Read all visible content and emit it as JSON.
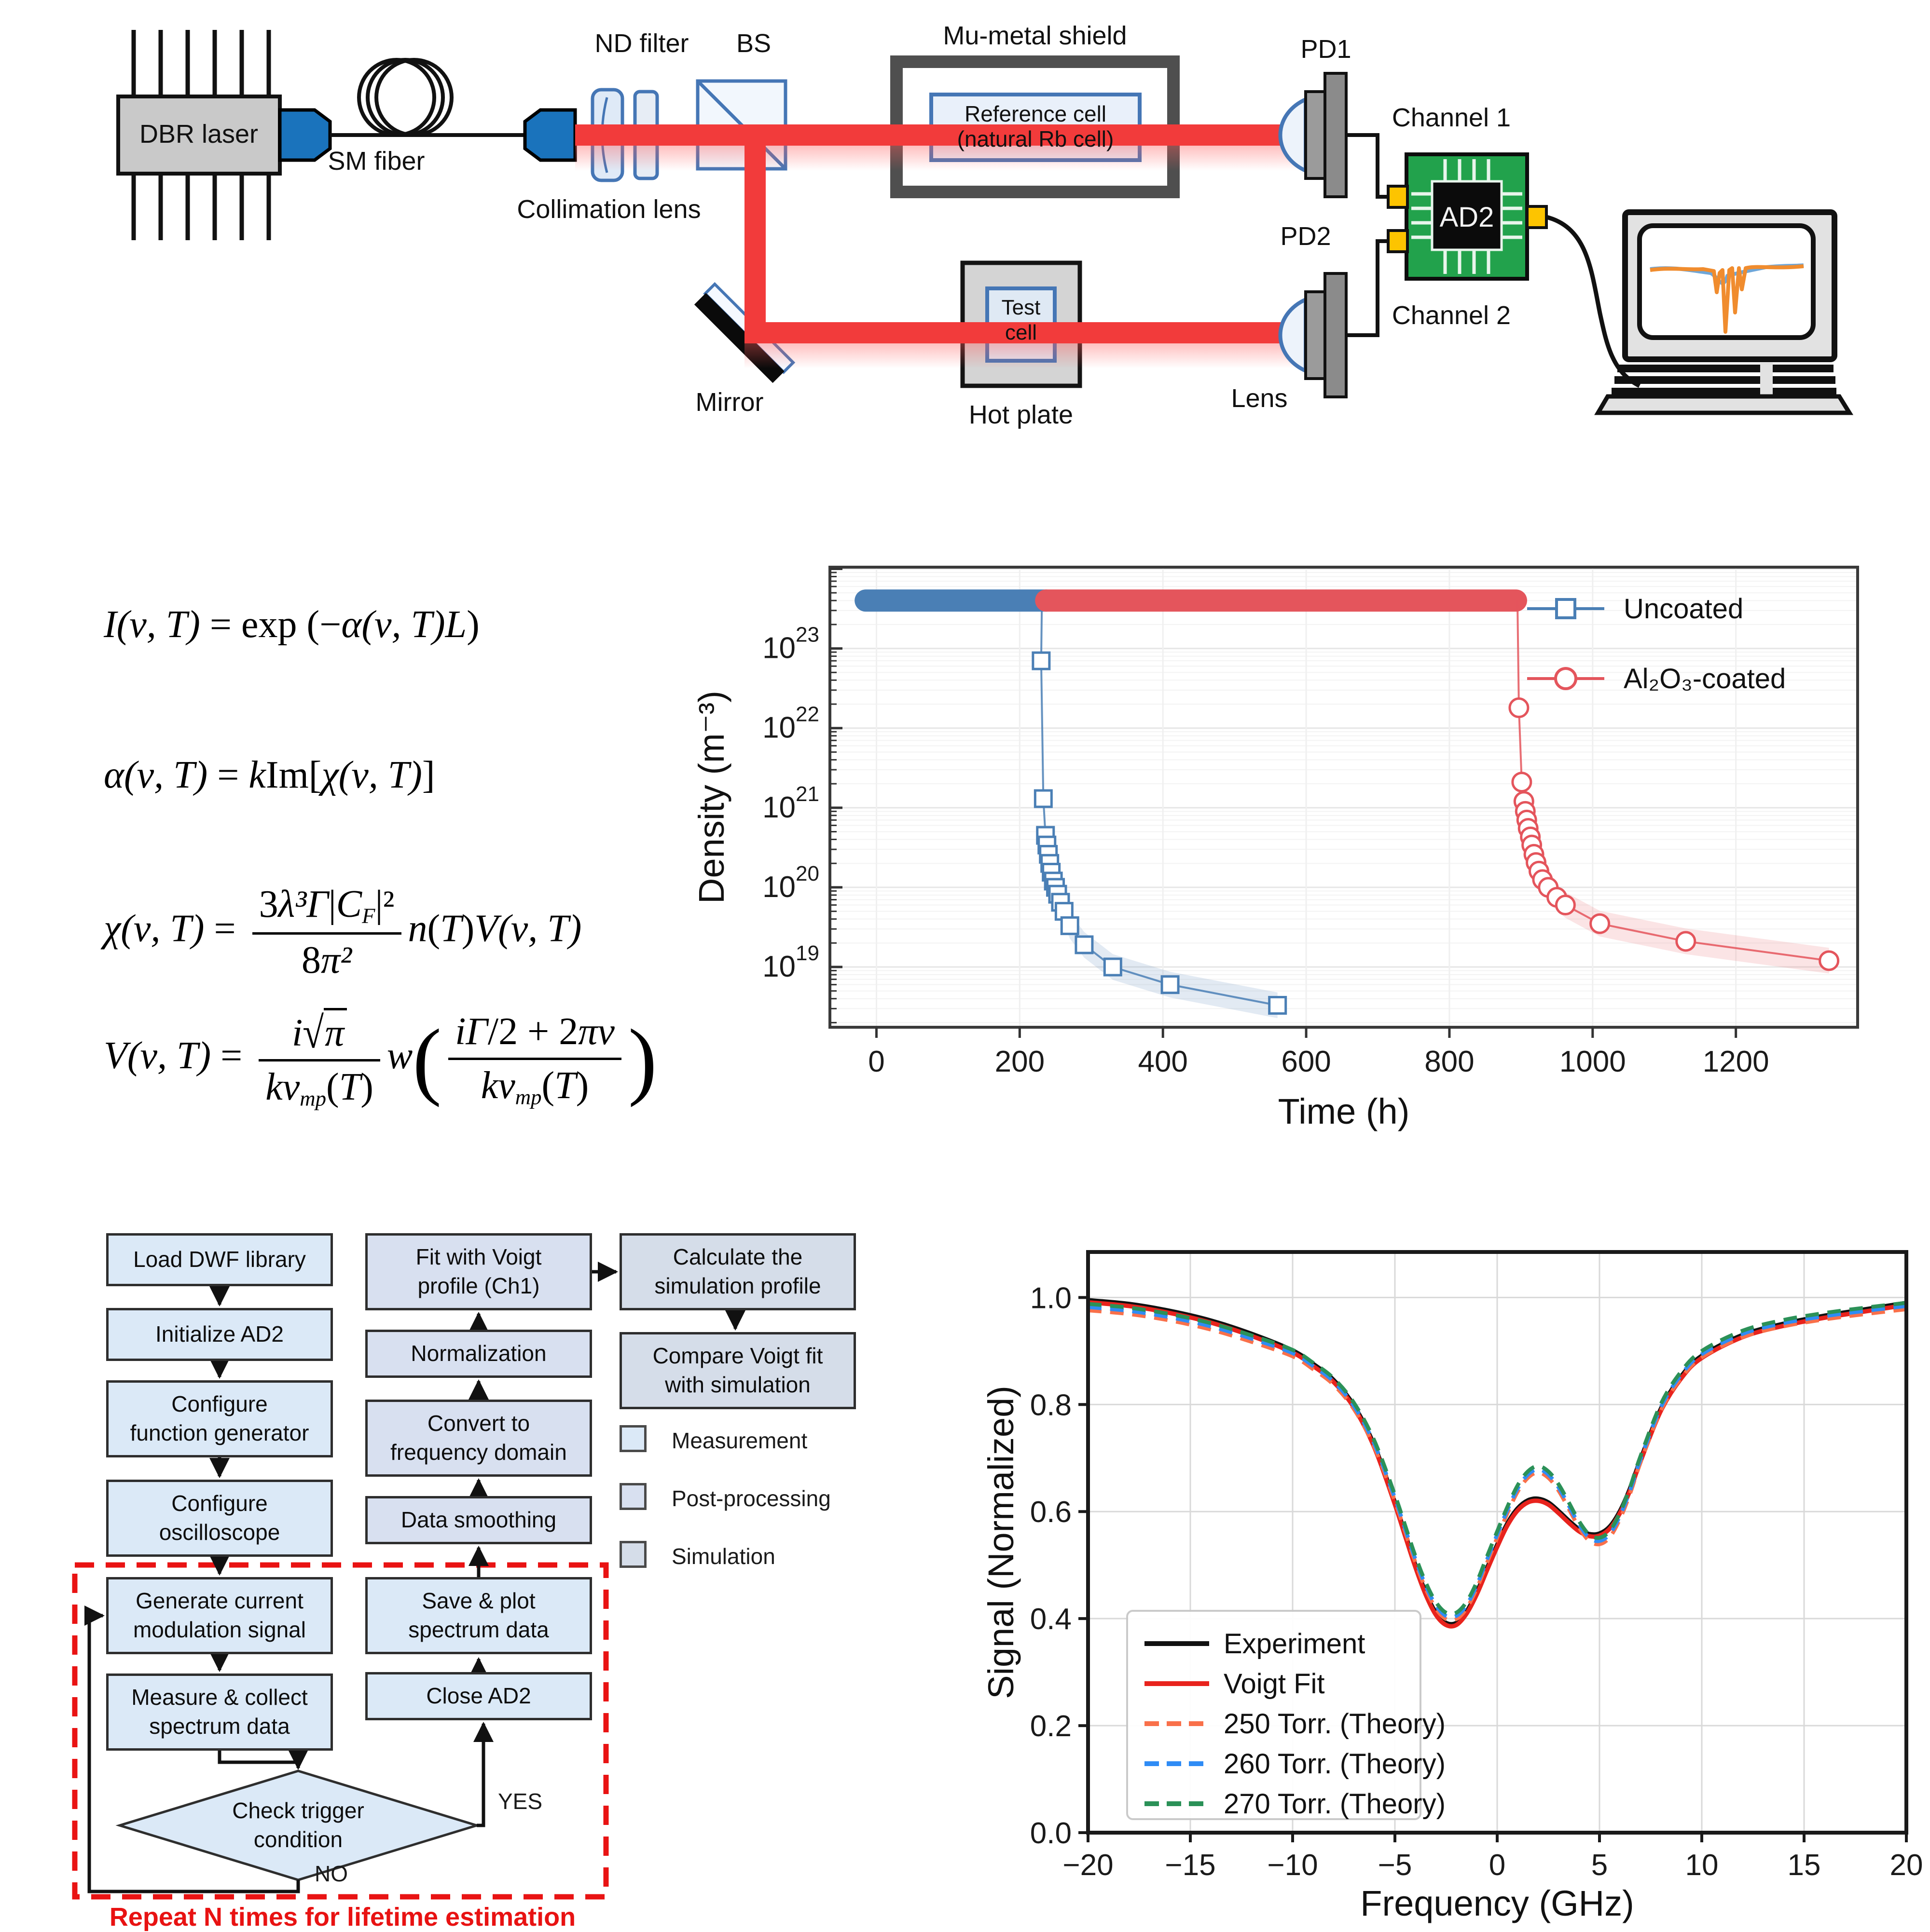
{
  "optical": {
    "dbr_laser": "DBR laser",
    "sm_fiber": "SM fiber",
    "collimation_lens": "Collimation lens",
    "nd_filter": "ND filter",
    "bs": "BS",
    "mu_metal_shield": "Mu-metal shield",
    "reference_cell_line1": "Reference cell",
    "reference_cell_line2": "(natural Rb cell)",
    "mirror": "Mirror",
    "test_cell_line1": "Test",
    "test_cell_line2": "cell",
    "hot_plate": "Hot plate",
    "pd1": "PD1",
    "pd2": "PD2",
    "channel1": "Channel 1",
    "channel2": "Channel 2",
    "lens": "Lens",
    "ad2": "AD2"
  },
  "equations": {
    "eq1": {
      "parts": [
        {
          "v": "I",
          "i": 1
        },
        {
          "v": "(ν, T)",
          "i": 1
        },
        {
          "v": " = exp (−"
        },
        {
          "v": "α",
          "i": 1
        },
        {
          "v": "(ν, T)",
          "i": 1
        },
        {
          "v": "L",
          "i": 1
        },
        {
          "v": ")"
        }
      ]
    },
    "eq2": {
      "parts": [
        {
          "v": "α",
          "i": 1
        },
        {
          "v": "(ν, T)",
          "i": 1
        },
        {
          "v": " = "
        },
        {
          "v": "k",
          "i": 1
        },
        {
          "v": "Im["
        },
        {
          "v": "χ",
          "i": 1
        },
        {
          "v": "(ν, T)",
          "i": 1
        },
        {
          "v": "]"
        }
      ]
    },
    "eq3": {
      "parts": [
        {
          "v": "χ",
          "i": 1
        },
        {
          "v": "(ν, T)",
          "i": 1
        },
        {
          "v": " = "
        },
        {
          "f": {
            "n": [
              {
                "v": "3"
              },
              {
                "v": "λ³Γ",
                "i": 1
              },
              {
                "v": "|"
              },
              {
                "v": "C",
                "i": 1
              },
              {
                "v": "F",
                "i": 1,
                "s": 1
              },
              {
                "v": "|²"
              }
            ],
            "d": [
              {
                "v": "8"
              },
              {
                "v": "π²",
                "i": 1
              }
            ]
          }
        },
        {
          "v": "n",
          "i": 1
        },
        {
          "v": "("
        },
        {
          "v": "T",
          "i": 1
        },
        {
          "v": ")"
        },
        {
          "v": "V",
          "i": 1
        },
        {
          "v": "(ν, T)",
          "i": 1
        }
      ]
    },
    "eq4": {
      "parts": [
        {
          "v": "V",
          "i": 1
        },
        {
          "v": "(ν, T)",
          "i": 1
        },
        {
          "v": " = "
        },
        {
          "f": {
            "n": [
              {
                "v": "i",
                "i": 1
              },
              {
                "r": [
                  {
                    "v": "π",
                    "i": 1
                  }
                ]
              }
            ],
            "d": [
              {
                "v": "kv",
                "i": 1
              },
              {
                "v": "mp",
                "i": 1,
                "s": 1
              },
              {
                "v": "("
              },
              {
                "v": "T",
                "i": 1
              },
              {
                "v": ")"
              }
            ]
          }
        },
        {
          "v": "w",
          "i": 1
        },
        {
          "p": [
            {
              "f": {
                "n": [
                  {
                    "v": "i",
                    "i": 1
                  },
                  {
                    "v": "Γ",
                    "i": 1
                  },
                  {
                    "v": "/2 + 2"
                  },
                  {
                    "v": "πν",
                    "i": 1
                  }
                ],
                "d": [
                  {
                    "v": "kv",
                    "i": 1
                  },
                  {
                    "v": "mp",
                    "i": 1,
                    "s": 1
                  },
                  {
                    "v": "("
                  },
                  {
                    "v": "T",
                    "i": 1
                  },
                  {
                    "v": ")"
                  }
                ]
              }
            }
          ]
        }
      ]
    }
  },
  "chart_data": [
    {
      "type": "line",
      "title": "",
      "xlabel": "Time (h)",
      "ylabel": "Density (m⁻³)",
      "x_ticks": [
        0,
        200,
        400,
        600,
        800,
        1000,
        1200
      ],
      "xlim": [
        -65,
        1370
      ],
      "ylog": true,
      "ylim": [
        1.75e+18,
        1.05e+24
      ],
      "y_tick_exponents": [
        19,
        20,
        21,
        22,
        23
      ],
      "grid": true,
      "legend_position": "upper right",
      "band_factor": 1.45,
      "series": [
        {
          "name": "Uncoated",
          "color": "#4a7fb5",
          "marker": "square",
          "saturation_bar": {
            "start": -15,
            "end": 237,
            "value": 4e+23
          },
          "drop_x": 231,
          "points": [
            [
              230,
              7e+22
            ],
            [
              233,
              1.3e+21
            ],
            [
              236,
              4.5e+20
            ],
            [
              238,
              3.4e+20
            ],
            [
              240,
              2.6e+20
            ],
            [
              242,
              2e+20
            ],
            [
              244,
              1.55e+20
            ],
            [
              247,
              1.2e+20
            ],
            [
              250,
              1e+20
            ],
            [
              253,
              8.2e+19
            ],
            [
              257,
              6.5e+19
            ],
            [
              262,
              5e+19
            ],
            [
              270,
              3.3e+19
            ],
            [
              290,
              1.9e+19
            ],
            [
              330,
              1e+19
            ],
            [
              410,
              6e+18
            ],
            [
              560,
              3.3e+18
            ]
          ],
          "band": [
            [
              253,
              8.2e+19
            ],
            [
              257,
              6.5e+19
            ],
            [
              262,
              5e+19
            ],
            [
              270,
              3.3e+19
            ],
            [
              290,
              1.9e+19
            ],
            [
              330,
              1e+19
            ],
            [
              410,
              6e+18
            ],
            [
              560,
              3.3e+18
            ]
          ]
        },
        {
          "name": "Al₂O₃-coated",
          "color": "#e4555c",
          "marker": "circle",
          "saturation_bar": {
            "start": 237,
            "end": 893,
            "value": 4e+23
          },
          "drop_x": 895,
          "points": [
            [
              897,
              1.8e+22
            ],
            [
              901,
              2.1e+21
            ],
            [
              904,
              1.2e+21
            ],
            [
              906,
              9e+20
            ],
            [
              908,
              7e+20
            ],
            [
              910,
              5.5e+20
            ],
            [
              913,
              4.3e+20
            ],
            [
              915,
              3.4e+20
            ],
            [
              918,
              2.6e+20
            ],
            [
              921,
              2.05e+20
            ],
            [
              925,
              1.6e+20
            ],
            [
              930,
              1.25e+20
            ],
            [
              938,
              1e+20
            ],
            [
              950,
              7.5e+19
            ],
            [
              962,
              6e+19
            ],
            [
              1010,
              3.5e+19
            ],
            [
              1130,
              2.1e+19
            ],
            [
              1330,
              1.2e+19
            ]
          ],
          "band": [
            [
              938,
              1e+20
            ],
            [
              950,
              7.5e+19
            ],
            [
              962,
              6e+19
            ],
            [
              1010,
              3.5e+19
            ],
            [
              1130,
              2.1e+19
            ],
            [
              1330,
              1.2e+19
            ]
          ]
        }
      ]
    },
    {
      "type": "line",
      "title": "",
      "xlabel": "Frequency (GHz)",
      "ylabel": "Signal (Normalized)",
      "xlim": [
        -20,
        20
      ],
      "ylim": [
        0,
        1.085
      ],
      "x_ticks": [
        -20,
        -15,
        -10,
        -5,
        0,
        5,
        10,
        15,
        20
      ],
      "y_ticks": [
        0.0,
        0.2,
        0.4,
        0.6,
        0.8,
        1.0
      ],
      "grid": true,
      "legend_position": "lower left",
      "curves": {
        "solid": [
          [
            -20,
            0.995
          ],
          [
            -18,
            0.988
          ],
          [
            -16,
            0.975
          ],
          [
            -14,
            0.957
          ],
          [
            -12,
            0.932
          ],
          [
            -10,
            0.901
          ],
          [
            -9,
            0.876
          ],
          [
            -8,
            0.846
          ],
          [
            -7,
            0.798
          ],
          [
            -6,
            0.723
          ],
          [
            -5,
            0.617
          ],
          [
            -4.5,
            0.558
          ],
          [
            -4,
            0.5
          ],
          [
            -3.5,
            0.449
          ],
          [
            -3,
            0.411
          ],
          [
            -2.5,
            0.392
          ],
          [
            -2,
            0.392
          ],
          [
            -1.5,
            0.413
          ],
          [
            -1,
            0.449
          ],
          [
            -0.5,
            0.494
          ],
          [
            0,
            0.538
          ],
          [
            0.5,
            0.578
          ],
          [
            1,
            0.606
          ],
          [
            1.5,
            0.621
          ],
          [
            2,
            0.624
          ],
          [
            2.5,
            0.617
          ],
          [
            3,
            0.601
          ],
          [
            3.5,
            0.583
          ],
          [
            4,
            0.567
          ],
          [
            4.5,
            0.558
          ],
          [
            5,
            0.559
          ],
          [
            5.5,
            0.572
          ],
          [
            6,
            0.601
          ],
          [
            6.5,
            0.644
          ],
          [
            7,
            0.697
          ],
          [
            8,
            0.792
          ],
          [
            9,
            0.853
          ],
          [
            10,
            0.891
          ],
          [
            12,
            0.93
          ],
          [
            14,
            0.951
          ],
          [
            16,
            0.966
          ],
          [
            18,
            0.978
          ],
          [
            20,
            0.99
          ]
        ],
        "theory": [
          [
            -20,
            0.982
          ],
          [
            -18,
            0.975
          ],
          [
            -16,
            0.963
          ],
          [
            -14,
            0.946
          ],
          [
            -12,
            0.923
          ],
          [
            -10,
            0.896
          ],
          [
            -9,
            0.872
          ],
          [
            -8,
            0.843
          ],
          [
            -7,
            0.797
          ],
          [
            -6,
            0.726
          ],
          [
            -5,
            0.625
          ],
          [
            -4.5,
            0.568
          ],
          [
            -4,
            0.511
          ],
          [
            -3.5,
            0.462
          ],
          [
            -3,
            0.425
          ],
          [
            -2.5,
            0.405
          ],
          [
            -2,
            0.405
          ],
          [
            -1.5,
            0.425
          ],
          [
            -1,
            0.462
          ],
          [
            -0.5,
            0.51
          ],
          [
            0,
            0.557
          ],
          [
            0.5,
            0.603
          ],
          [
            1,
            0.643
          ],
          [
            1.5,
            0.669
          ],
          [
            2,
            0.679
          ],
          [
            2.5,
            0.669
          ],
          [
            3,
            0.645
          ],
          [
            3.5,
            0.611
          ],
          [
            4,
            0.576
          ],
          [
            4.5,
            0.551
          ],
          [
            5,
            0.545
          ],
          [
            5.5,
            0.558
          ],
          [
            6,
            0.592
          ],
          [
            6.5,
            0.64
          ],
          [
            7,
            0.697
          ],
          [
            8,
            0.795
          ],
          [
            9,
            0.856
          ],
          [
            10,
            0.894
          ],
          [
            12,
            0.932
          ],
          [
            14,
            0.952
          ],
          [
            16,
            0.965
          ],
          [
            18,
            0.975
          ],
          [
            20,
            0.984
          ]
        ]
      },
      "series": [
        {
          "name": "Experiment",
          "color": "#111111",
          "curve": "solid",
          "dy": 0,
          "dash": null,
          "width": 9
        },
        {
          "name": "Voigt Fit",
          "color": "#e8231d",
          "curve": "solid",
          "dy": -0.004,
          "dash": null,
          "width": 9
        },
        {
          "name": "250 Torr. (Theory)",
          "color": "#f9704a",
          "curve": "theory",
          "dy": -0.006,
          "dash": [
            28,
            18
          ],
          "width": 8
        },
        {
          "name": "260 Torr. (Theory)",
          "color": "#2f8cf5",
          "curve": "theory",
          "dy": 0.0,
          "dash": [
            28,
            18
          ],
          "width": 8
        },
        {
          "name": "270 Torr. (Theory)",
          "color": "#2b9158",
          "curve": "theory",
          "dy": 0.006,
          "dash": [
            28,
            18
          ],
          "width": 8
        }
      ]
    }
  ],
  "flowchart": {
    "boxes": {
      "load": "Load DWF library",
      "init": "Initialize AD2",
      "cfgfg": "Configure\nfunction generator",
      "cfgos": "Configure\noscilloscope",
      "gen": "Generate current\nmodulation signal",
      "meas": "Measure & collect\nspectrum data",
      "fit": "Fit with Voigt\nprofile (Ch1)",
      "norm": "Normalization",
      "conv": "Convert to\nfrequency domain",
      "smooth": "Data smoothing",
      "save": "Save & plot\nspectrum data",
      "close": "Close AD2",
      "calc": "Calculate the\nsimulation profile",
      "comp": "Compare Voigt fit\nwith simulation"
    },
    "diamond_label": "Check trigger\ncondition",
    "yes": "YES",
    "no": "NO",
    "legend": [
      {
        "label": "Measurement",
        "color": "#dbe9f7"
      },
      {
        "label": "Post-processing",
        "color": "#d8e0f0"
      },
      {
        "label": "Simulation",
        "color": "#d5dde9"
      }
    ],
    "caption": "Repeat N times for lifetime estimation"
  }
}
